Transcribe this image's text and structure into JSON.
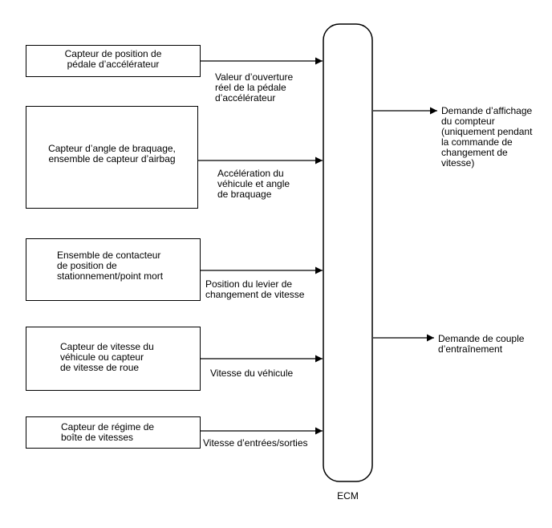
{
  "ecm": {
    "label": "ECM"
  },
  "inputs": [
    {
      "box_label": "Capteur de position de\npédale d’accélérateur",
      "signal": "Valeur d’ouverture\nréel de la pédale\nd’accélérateur"
    },
    {
      "box_label": "Capteur d’angle de braquage,\nensemble de capteur d’airbag",
      "signal": "Accélération du\nvéhicule et angle\nde braquage"
    },
    {
      "box_label": "Ensemble de contacteur\nde position de\nstationnement/point mort",
      "signal": "Position du levier de\nchangement de vitesse"
    },
    {
      "box_label": "Capteur de vitesse du\nvéhicule ou capteur\nde vitesse de roue",
      "signal": "Vitesse du véhicule"
    },
    {
      "box_label": "Capteur de régime de\nboîte de vitesses",
      "signal": "Vitesse d’entrées/sorties"
    }
  ],
  "outputs": [
    {
      "signal": "Demande d’affichage\ndu compteur\n(uniquement pendant\nla commande de\nchangement de\nvitesse)"
    },
    {
      "signal": "Demande de couple\nd’entraînement"
    }
  ]
}
